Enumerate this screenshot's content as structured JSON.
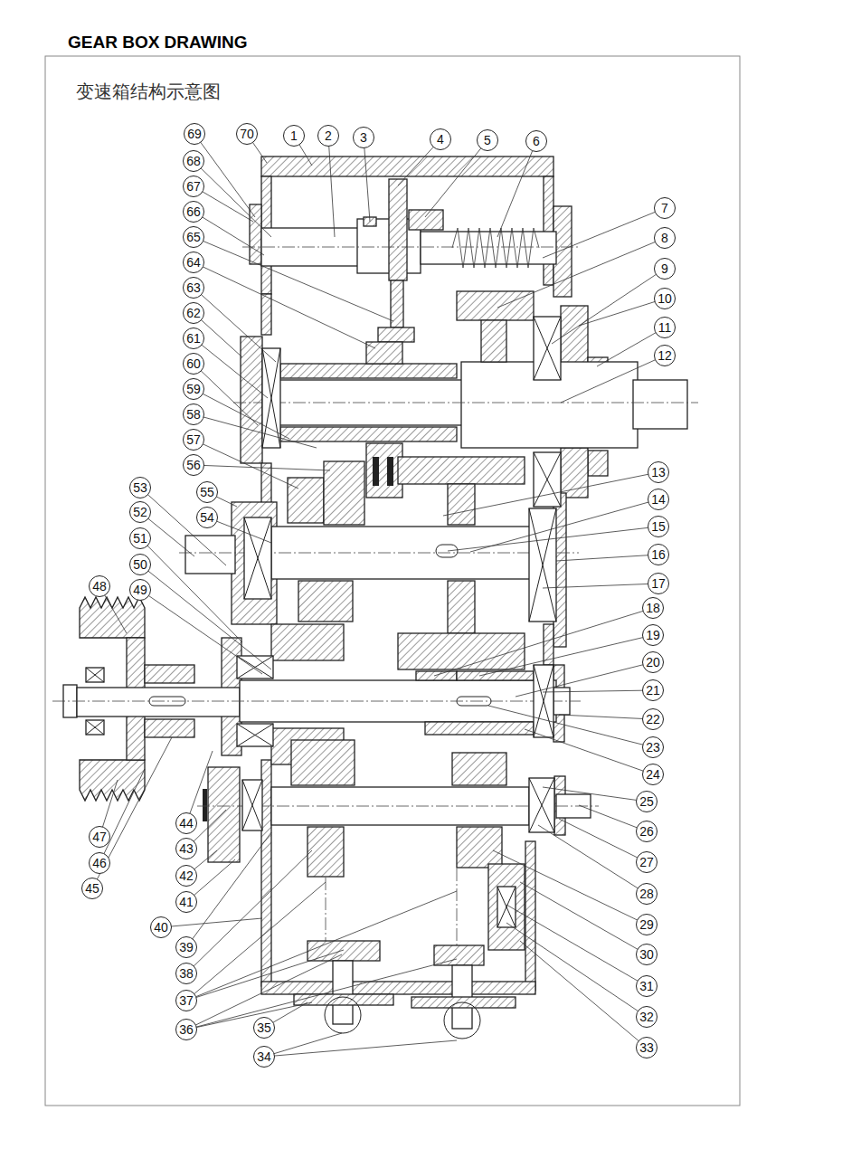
{
  "diagram": {
    "title": "GEAR BOX DRAWING",
    "labels": [
      "变速箱结构示意图",
      "1",
      "2",
      "3",
      "4",
      "5",
      "6",
      "7",
      "8",
      "9",
      "10",
      "11",
      "12",
      "13",
      "14",
      "15",
      "16",
      "17",
      "18",
      "19",
      "20",
      "21",
      "22",
      "23",
      "24",
      "25",
      "26",
      "27",
      "28",
      "29",
      "30",
      "31",
      "32",
      "33",
      "34",
      "35",
      "36",
      "37",
      "38",
      "39",
      "40",
      "41",
      "42",
      "43",
      "44",
      "45",
      "46",
      "47",
      "48",
      "49",
      "50",
      "51",
      "52",
      "53",
      "54",
      "55",
      "56",
      "57",
      "58",
      "59",
      "60",
      "61",
      "62",
      "63",
      "64",
      "65",
      "66",
      "67",
      "68",
      "69",
      "70"
    ]
  }
}
